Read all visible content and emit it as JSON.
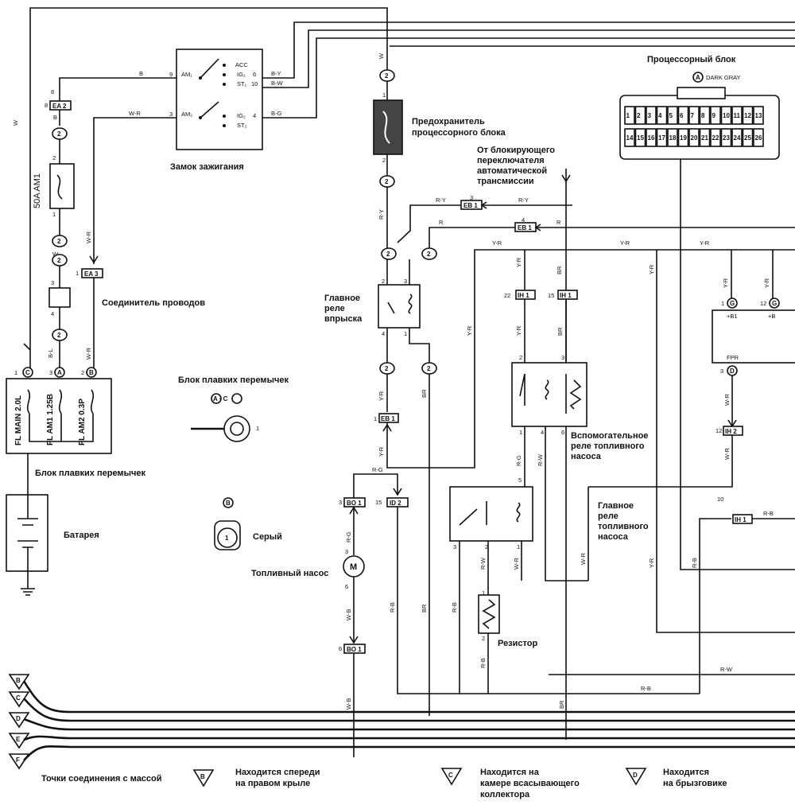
{
  "components": {
    "ignition_switch": {
      "title": "Замок зажигания",
      "acc": "ACC",
      "am1": "AM₁",
      "am2": "AM₂",
      "ig1": "IG₁",
      "ig2": "IG₂",
      "st1": "ST₁",
      "st2": "ST₂",
      "pin9": "9",
      "pin3": "3",
      "pin6": "6",
      "pin10": "10",
      "pin4": "4"
    },
    "ecu_fuse": {
      "title_l1": "Предохранитель",
      "title_l2": "процессорного блока"
    },
    "ecu": {
      "title": "Процессорный блок",
      "connector_letter": "A",
      "connector_color": "DARK GRAY",
      "row1": [
        "1",
        "2",
        "3",
        "4",
        "5",
        "6",
        "7",
        "8",
        "9",
        "10",
        "11",
        "12",
        "13"
      ],
      "row2": [
        "14",
        "15",
        "16",
        "17",
        "18",
        "19",
        "20",
        "21",
        "22",
        "23",
        "24",
        "25",
        "26"
      ],
      "b1": "+B1",
      "b": "+B",
      "fpr": "FPR",
      "pin1": "1",
      "pin12": "12",
      "pin3": "3"
    },
    "at_switch": {
      "l1": "От блокирующего",
      "l2": "переключателя",
      "l3": "автоматической",
      "l4": "трансмиссии"
    },
    "wire_connector": {
      "title": "Соединитель проводов"
    },
    "efi_relay": {
      "l1": "Главное",
      "l2": "реле",
      "l3": "впрыска",
      "p2": "2",
      "p3": "3",
      "p4": "4",
      "p1": "1"
    },
    "fusible_block_legend": {
      "title": "Блок плавких перемычек",
      "letters": "A · C",
      "pin": "1"
    },
    "fusible_block": {
      "title": "Блок плавких перемычек",
      "fl1": "FL MAIN 2.0L",
      "fl2": "FL AM1 1.25B",
      "fl3": "FL AM2 0.3P",
      "c": "C",
      "a": "A",
      "b": "B",
      "p1": "1",
      "p3": "3",
      "p2": "2"
    },
    "fuse_am1": {
      "label": "50A AM1",
      "p2": "2",
      "p1": "1"
    },
    "battery": {
      "title": "Батарея"
    },
    "gray_connector": {
      "letter": "B",
      "title": "Серый",
      "pin": "1"
    },
    "fuel_pump": {
      "title": "Топливный насос",
      "m": "M",
      "p3": "3",
      "p6": "6"
    },
    "aux_relay": {
      "l1": "Вспомогательное",
      "l2": "реле топливного",
      "l3": "насоса",
      "p2": "2",
      "p3": "3",
      "p1": "1",
      "p4": "4",
      "p6": "6"
    },
    "main_fp_relay": {
      "l1": "Главное",
      "l2": "реле",
      "l3": "топливного",
      "l4": "насоса",
      "p5": "5",
      "p3": "3",
      "p2": "2",
      "p1": "1"
    },
    "resistor": {
      "title": "Резистор",
      "p1": "1",
      "p2": "2"
    }
  },
  "connectors": {
    "ea2": "EA 2",
    "ea3": "EA 3",
    "eb1a": "EB 1",
    "eb1b": "EB 1",
    "eb1c": "EB 1",
    "ih1a": "IH 1",
    "ih1b": "IH 1",
    "ih1c": "IH 1",
    "ih2": "IH 2",
    "bo1a": "BO 1",
    "bo1b": "BO 1",
    "id2": "ID 2",
    "n8a": "8",
    "n1a": "1",
    "n3": "3",
    "n4": "4",
    "n1b": "1",
    "n22": "22",
    "n15a": "15",
    "n12": "12",
    "n3b": "3",
    "n15b": "15",
    "n5": "5",
    "n10": "10"
  },
  "wires": {
    "w": "W",
    "b": "B",
    "wr": "W-R",
    "by": "B-Y",
    "bw": "B-W",
    "bg": "B-G",
    "ry": "R-Y",
    "r": "R",
    "yr": "Y-R",
    "br": "BR",
    "rg": "R-G",
    "rw": "R-W",
    "rb": "R-B",
    "wb": "W-B",
    "bl": "B-L"
  },
  "ground": {
    "title": "Точки соединения с массой",
    "b_l1": "Находится спереди",
    "b_l2": "на правом крыле",
    "c_l1": "Находится на",
    "c_l2": "камере всасывающего",
    "c_l3": "коллектора",
    "d_l1": "Находится",
    "d_l2": "на брызговике",
    "letters": [
      "B",
      "C",
      "D",
      "E",
      "F"
    ]
  }
}
